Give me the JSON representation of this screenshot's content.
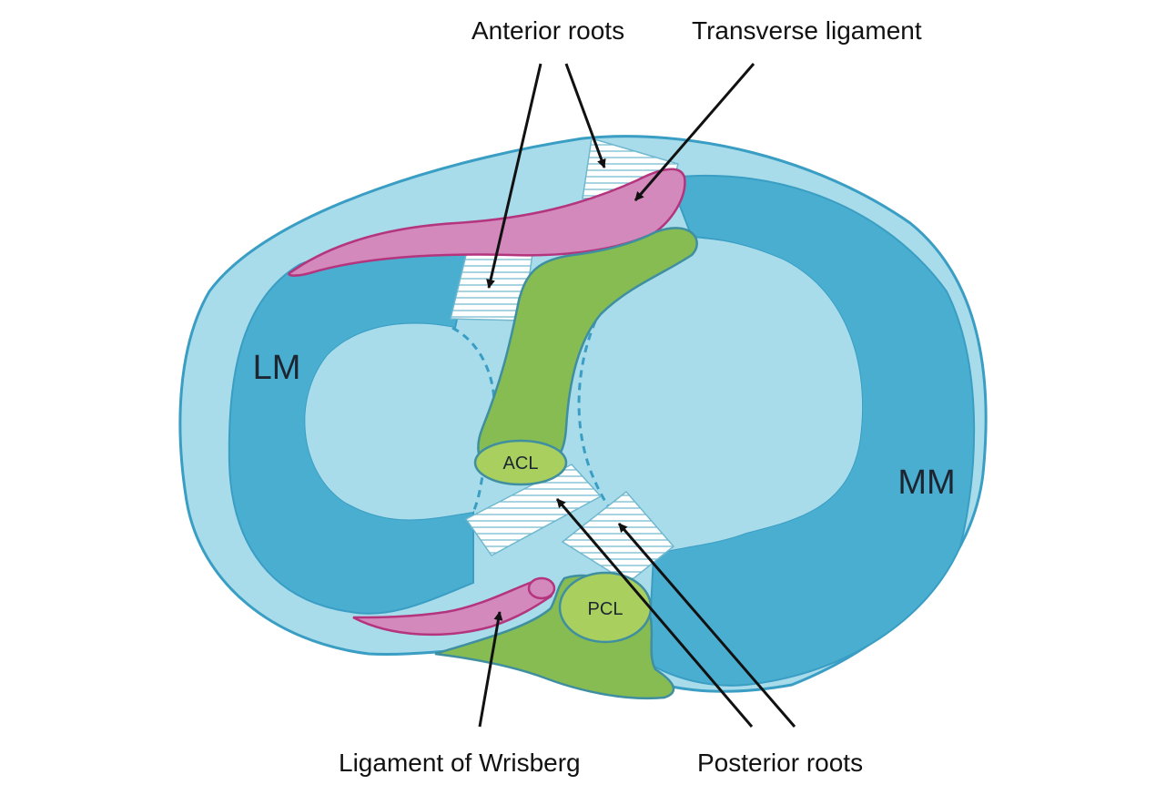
{
  "labels": {
    "anterior_roots": "Anterior roots",
    "transverse_ligament": "Transverse ligament",
    "ligament_of_wrisberg": "Ligament of Wrisberg",
    "posterior_roots": "Posterior roots",
    "lateral_meniscus": "LM",
    "medial_meniscus": "MM",
    "acl": "ACL",
    "pcl": "PCL"
  },
  "colors": {
    "tibial_plateau": "#a8dcea",
    "meniscus": "#4aaed0",
    "outline": "#3a9ec4",
    "ligament_green": "#86bc52",
    "ligament_green_light": "#a9cf5f",
    "ligament_outline": "#3f8fa0",
    "pink_ligament": "#d389bb",
    "pink_outline": "#b4347e",
    "root_fill": "#ffffff",
    "root_lines": "#6fb8cf",
    "arrow": "#111111"
  }
}
